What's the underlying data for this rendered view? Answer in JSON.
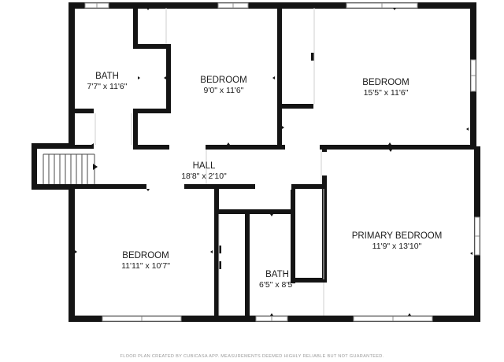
{
  "rooms": {
    "bath_top": {
      "name": "BATH",
      "dims": "7'7\" x 11'6\""
    },
    "bedroom_top_mid": {
      "name": "BEDROOM",
      "dims": "9'0\" x 11'6\""
    },
    "bedroom_top_right": {
      "name": "BEDROOM",
      "dims": "15'5\" x 11'6\""
    },
    "hall": {
      "name": "HALL",
      "dims": "18'8\" x 2'10\""
    },
    "bedroom_bottom_left": {
      "name": "BEDROOM",
      "dims": "11'11\" x 10'7\""
    },
    "bath_bottom": {
      "name": "BATH",
      "dims": "6'5\" x 8'5\""
    },
    "primary_bedroom": {
      "name": "PRIMARY BEDROOM",
      "dims": "11'9\" x 13'10\""
    }
  },
  "footer": "FLOOR PLAN CREATED BY CUBICASA APP. MEASUREMENTS DEEMED HIGHLY RELIABLE BUT NOT GUARANTEED.",
  "colors": {
    "wall": "#141414",
    "window": "#9a9a9a",
    "door_gap": "#ffffff"
  }
}
